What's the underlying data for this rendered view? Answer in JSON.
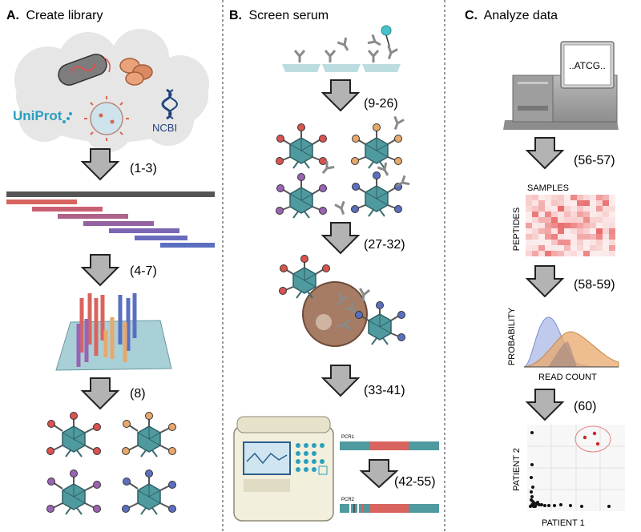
{
  "panels": {
    "a": {
      "letter": "A.",
      "title": "Create library"
    },
    "b": {
      "letter": "B.",
      "title": "Screen serum"
    },
    "c": {
      "letter": "C.",
      "title": "Analyze data"
    }
  },
  "sources": {
    "uniprot": "UniProt",
    "ncbi": "NCBI"
  },
  "steps": {
    "a1": "(1-3)",
    "a2": "(4-7)",
    "a3": "(8)",
    "b1": "(9-26)",
    "b2": "(27-32)",
    "b3": "(33-41)",
    "b4": "(42-55)",
    "c1": "(56-57)",
    "c2": "(58-59)",
    "c3": "(60)"
  },
  "sequencer": {
    "screen_text": "..ATCG.."
  },
  "pcr": {
    "label1": "PCR1",
    "label2": "PCR2"
  },
  "heatmap": {
    "xlabel": "SAMPLES",
    "ylabel": "PEPTIDES"
  },
  "density": {
    "xlabel": "READ COUNT",
    "ylabel": "PROBABILITY"
  },
  "scatter": {
    "xlabel": "PATIENT 1",
    "ylabel": "PATIENT 2"
  },
  "colors": {
    "arrow_fill": "#b3b3b3",
    "arrow_stroke": "#222222",
    "cloud": "#e6e6e6",
    "phage": "#4f9a9f",
    "red": "#d9534f",
    "orange": "#e8a86b",
    "purple": "#9a63b3",
    "blue": "#5b6fc0",
    "antibody": "#8a8a8a",
    "bead": "#a67c64",
    "genome": "#555555",
    "pcr_teal": "#4f9a9f",
    "pcr_red": "#d9645f"
  }
}
